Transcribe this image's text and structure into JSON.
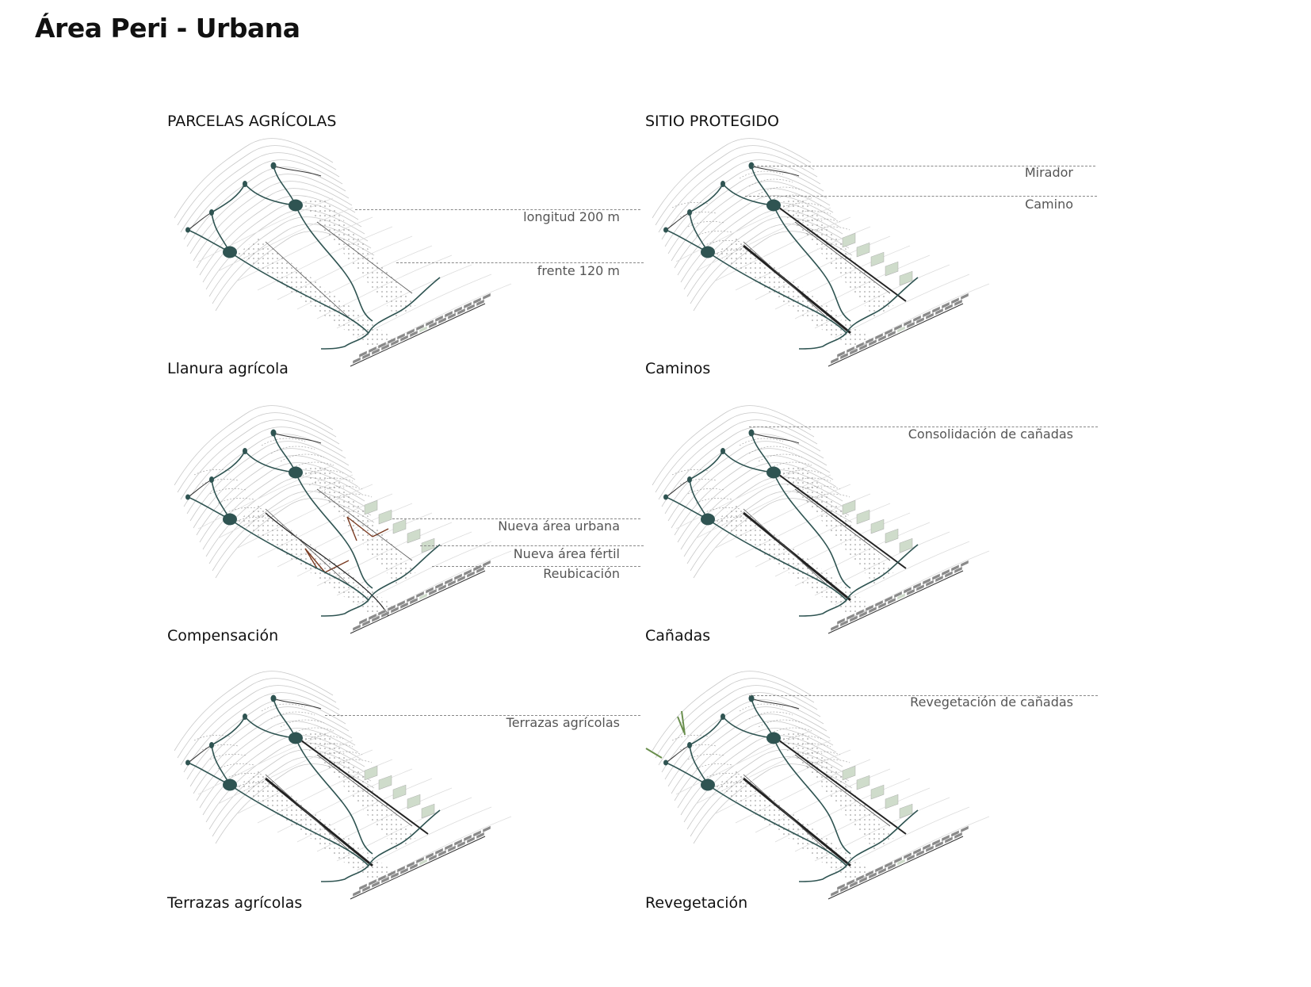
{
  "title": "Área Peri - Urbana",
  "columns": [
    {
      "heading": "PARCELAS AGRÍCOLAS"
    },
    {
      "heading": "SITIO PROTEGIDO"
    }
  ],
  "panels": [
    {
      "caption": "Llanura agrícola",
      "annotations": [
        "longitud 200 m",
        "frente 120 m"
      ]
    },
    {
      "caption": "Caminos",
      "annotations": [
        "Mirador",
        "Camino"
      ]
    },
    {
      "caption": "Compensación",
      "annotations": [
        "Nueva área urbana",
        "Nueva área fértil",
        "Reubicación"
      ]
    },
    {
      "caption": "Cañadas",
      "annotations": [
        "Consolidación de cañadas"
      ]
    },
    {
      "caption": "Terrazas agrícolas",
      "annotations": [
        "Terrazas agrícolas"
      ]
    },
    {
      "caption": "Revegetación",
      "annotations": [
        "Revegetación de cañadas"
      ]
    }
  ],
  "colors": {
    "stream": "#2f5452",
    "contour": "#c8c8c8",
    "blocks": "#8a8a8a",
    "green": "#cfdccb",
    "compensation": "#7a3b22"
  }
}
